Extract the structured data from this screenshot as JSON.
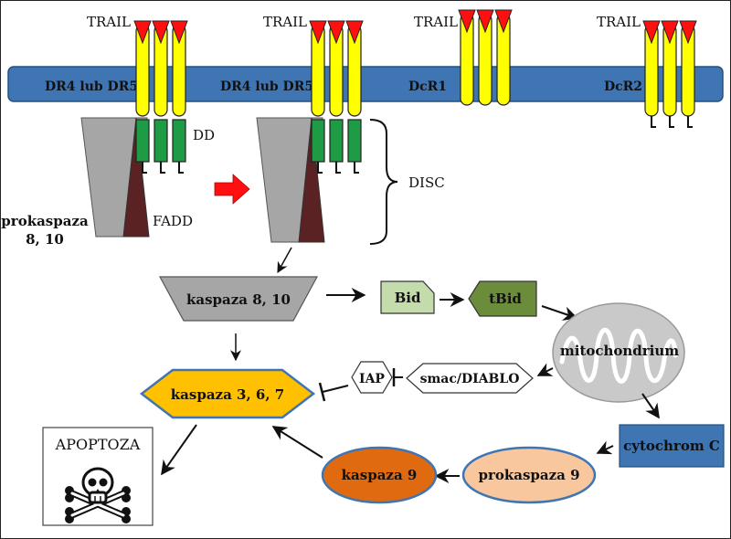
{
  "labels": {
    "trail_1": "TRAIL",
    "trail_2": "TRAIL",
    "trail_3": "TRAIL",
    "trail_4": "TRAIL",
    "receptor_1": "DR4 lub DR5",
    "receptor_2": "DR4 lub DR5",
    "receptor_3": "DcR1",
    "receptor_4": "DcR2",
    "dd": "DD",
    "fadd": "FADD",
    "disc": "DISC",
    "prokaspaza_line1": "prokaspaza",
    "prokaspaza_line2": "8, 10"
  },
  "nodes": {
    "kaspaza_8_10": "kaspaza 8, 10",
    "bid": "Bid",
    "tbid": "tBid",
    "mitochondrium": "mitochondrium",
    "kaspaza_3_6_7": "kaspaza 3, 6, 7",
    "iap": "IAP",
    "smac_diablo": "smac/DIABLO",
    "cytochrom_c": "cytochrom C",
    "prokaspaza_9": "prokaspaza 9",
    "kaspaza_9": "kaspaza 9",
    "apoptoza": "APOPTOZA"
  },
  "colors": {
    "membrane": "#3f75b2",
    "receptor": "#ffff00",
    "trail_ligand": "#ff1010",
    "death_domain": "#1f9a45",
    "procaspase_body": "#a6a6a6",
    "fadd": "#5a2222",
    "kaspaza_8_10": "#a6a6a6",
    "bid": "#c4dcac",
    "tbid": "#6b8c3a",
    "kaspaza_3_6_7": "#ffc000",
    "cytochrom_c": "#3f75b2",
    "prokaspaza_9": "#f9c79e",
    "kaspaza_9": "#e06a10",
    "mitochondrium": "#c9c9c9",
    "activation_arrow": "#ff1010"
  },
  "icons": {
    "apoptosis": "skull-and-crossbones-icon"
  }
}
